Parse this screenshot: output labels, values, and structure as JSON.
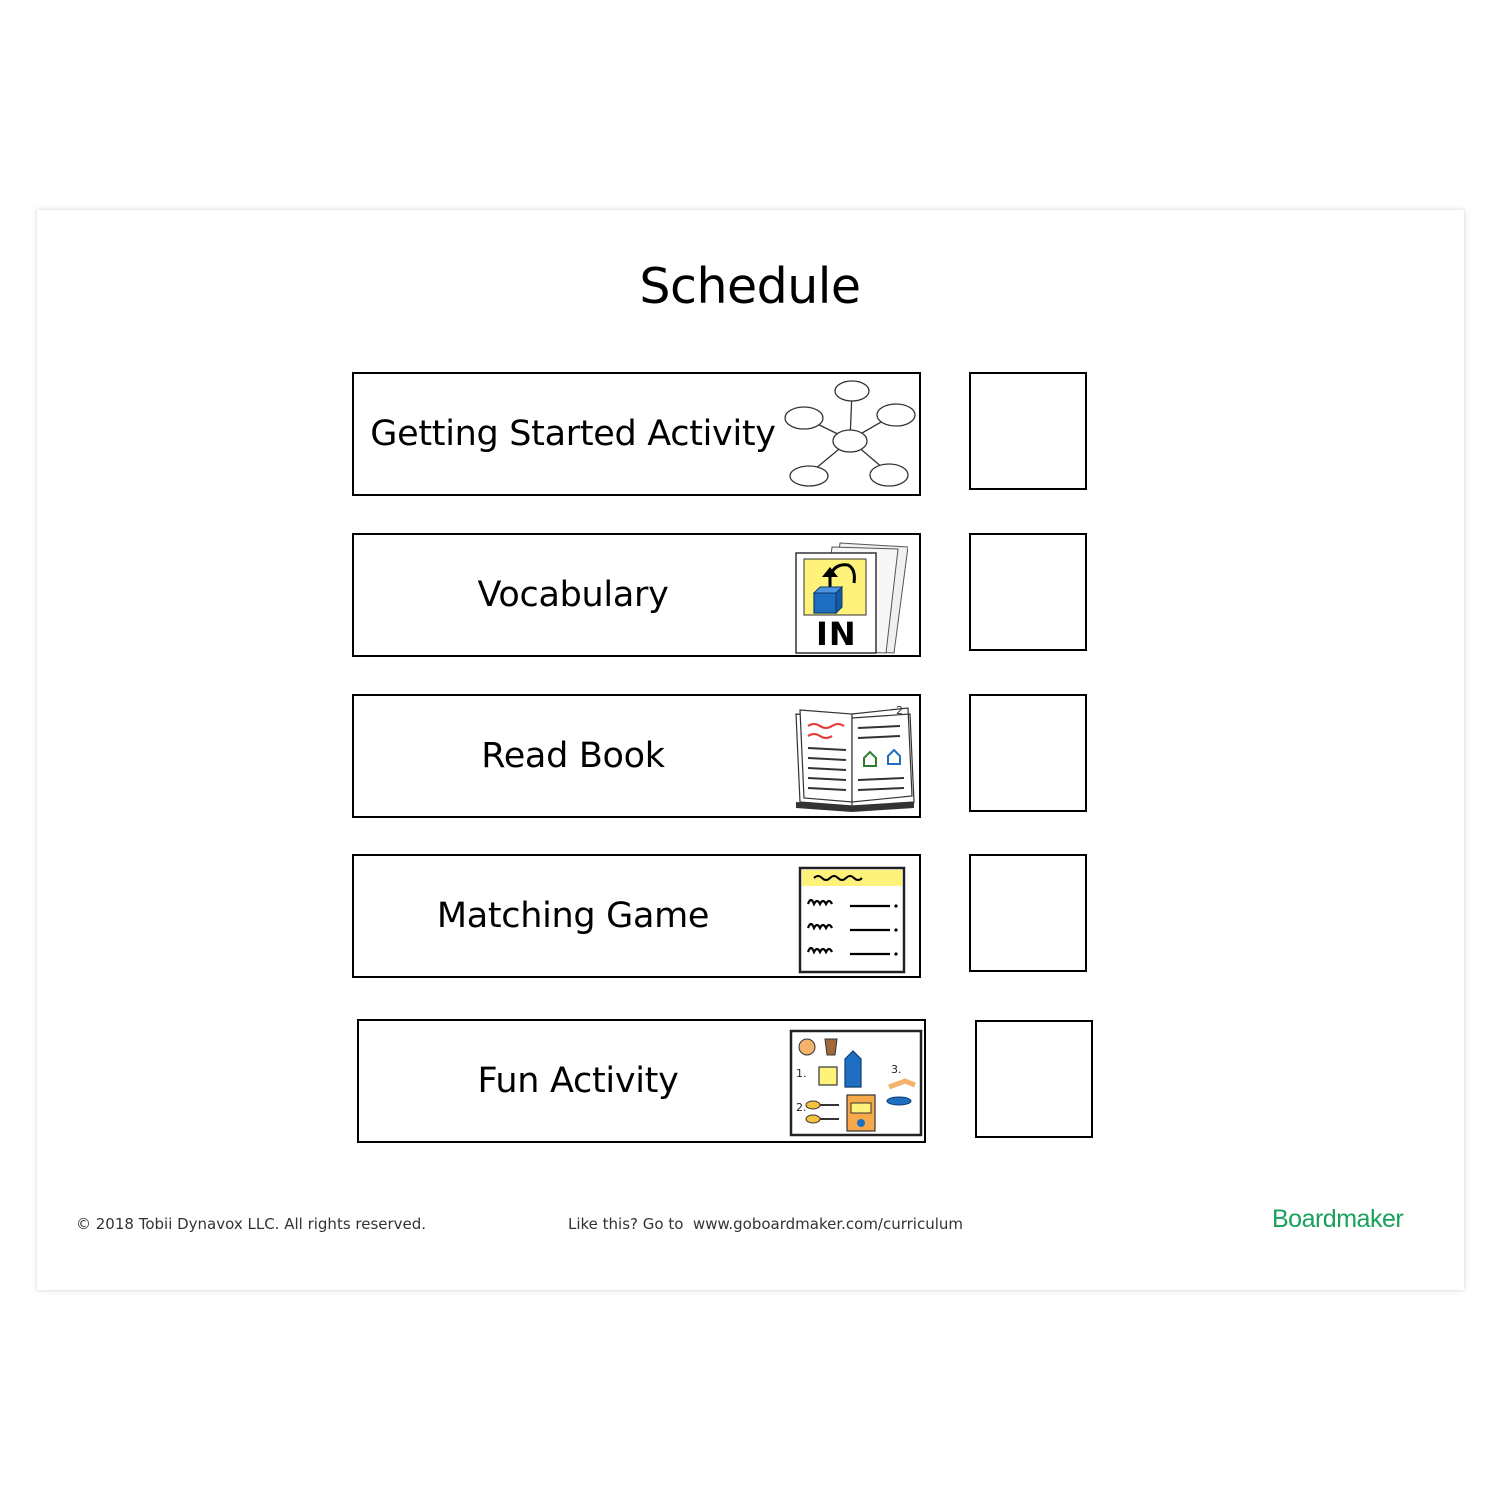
{
  "title": "Schedule",
  "activities": [
    {
      "label": "Getting Started Activity",
      "icon": "web-diagram-icon"
    },
    {
      "label": "Vocabulary",
      "icon": "vocabulary-cards-icon",
      "icon_text": "IN"
    },
    {
      "label": "Read Book",
      "icon": "open-book-icon",
      "icon_text": "2"
    },
    {
      "label": "Matching Game",
      "icon": "worksheet-icon"
    },
    {
      "label": "Fun Activity",
      "icon": "recipe-steps-icon",
      "icon_steps": [
        "1.",
        "2.",
        "3."
      ]
    }
  ],
  "checkboxes": [
    false,
    false,
    false,
    false,
    false
  ],
  "footer": {
    "copyright": "© 2018 Tobii Dynavox LLC. All rights reserved.",
    "promo": "Like this? Go to  www.goboardmaker.com/curriculum",
    "brand": "Boardmaker"
  },
  "colors": {
    "brand": "#19a05a",
    "accent_yellow": "#fff27a",
    "accent_blue": "#1e6fc2",
    "accent_red": "#e53935"
  }
}
